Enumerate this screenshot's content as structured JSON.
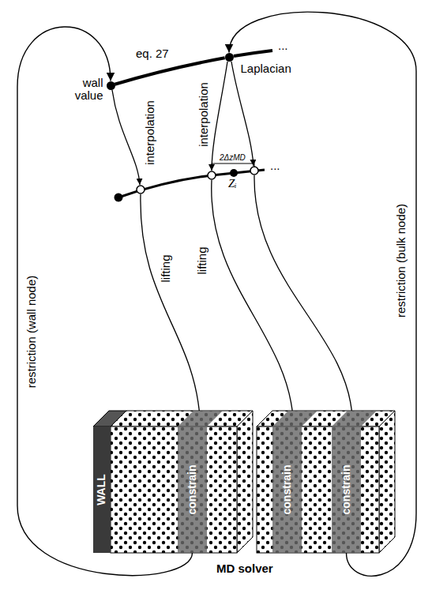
{
  "diagram": {
    "nodes": [
      {
        "text": [
          "wall value"
        ]
      },
      {
        "text": [
          "Laplacian"
        ]
      },
      {
        "text": [
          "Zᵢ"
        ]
      },
      {
        "text": [
          "WALL"
        ]
      },
      {
        "text": [
          "constrain"
        ]
      },
      {
        "text": [
          "constrain"
        ]
      },
      {
        "text": [
          "constrain"
        ]
      }
    ],
    "edges": [
      {
        "from": 0,
        "to": 1,
        "label": "eq. 27",
        "arrow": "none"
      },
      {
        "from": 4,
        "to": 0,
        "label": "restriction (wall node)",
        "arrow": "to"
      },
      {
        "from": 6,
        "to": 1,
        "label": "restriction (bulk node)",
        "arrow": "to"
      }
    ],
    "labels": [
      "...",
      "interpolation",
      "interpolation",
      "2ΔzMD",
      "...",
      "lifting",
      "lifting",
      "MD solver"
    ]
  }
}
